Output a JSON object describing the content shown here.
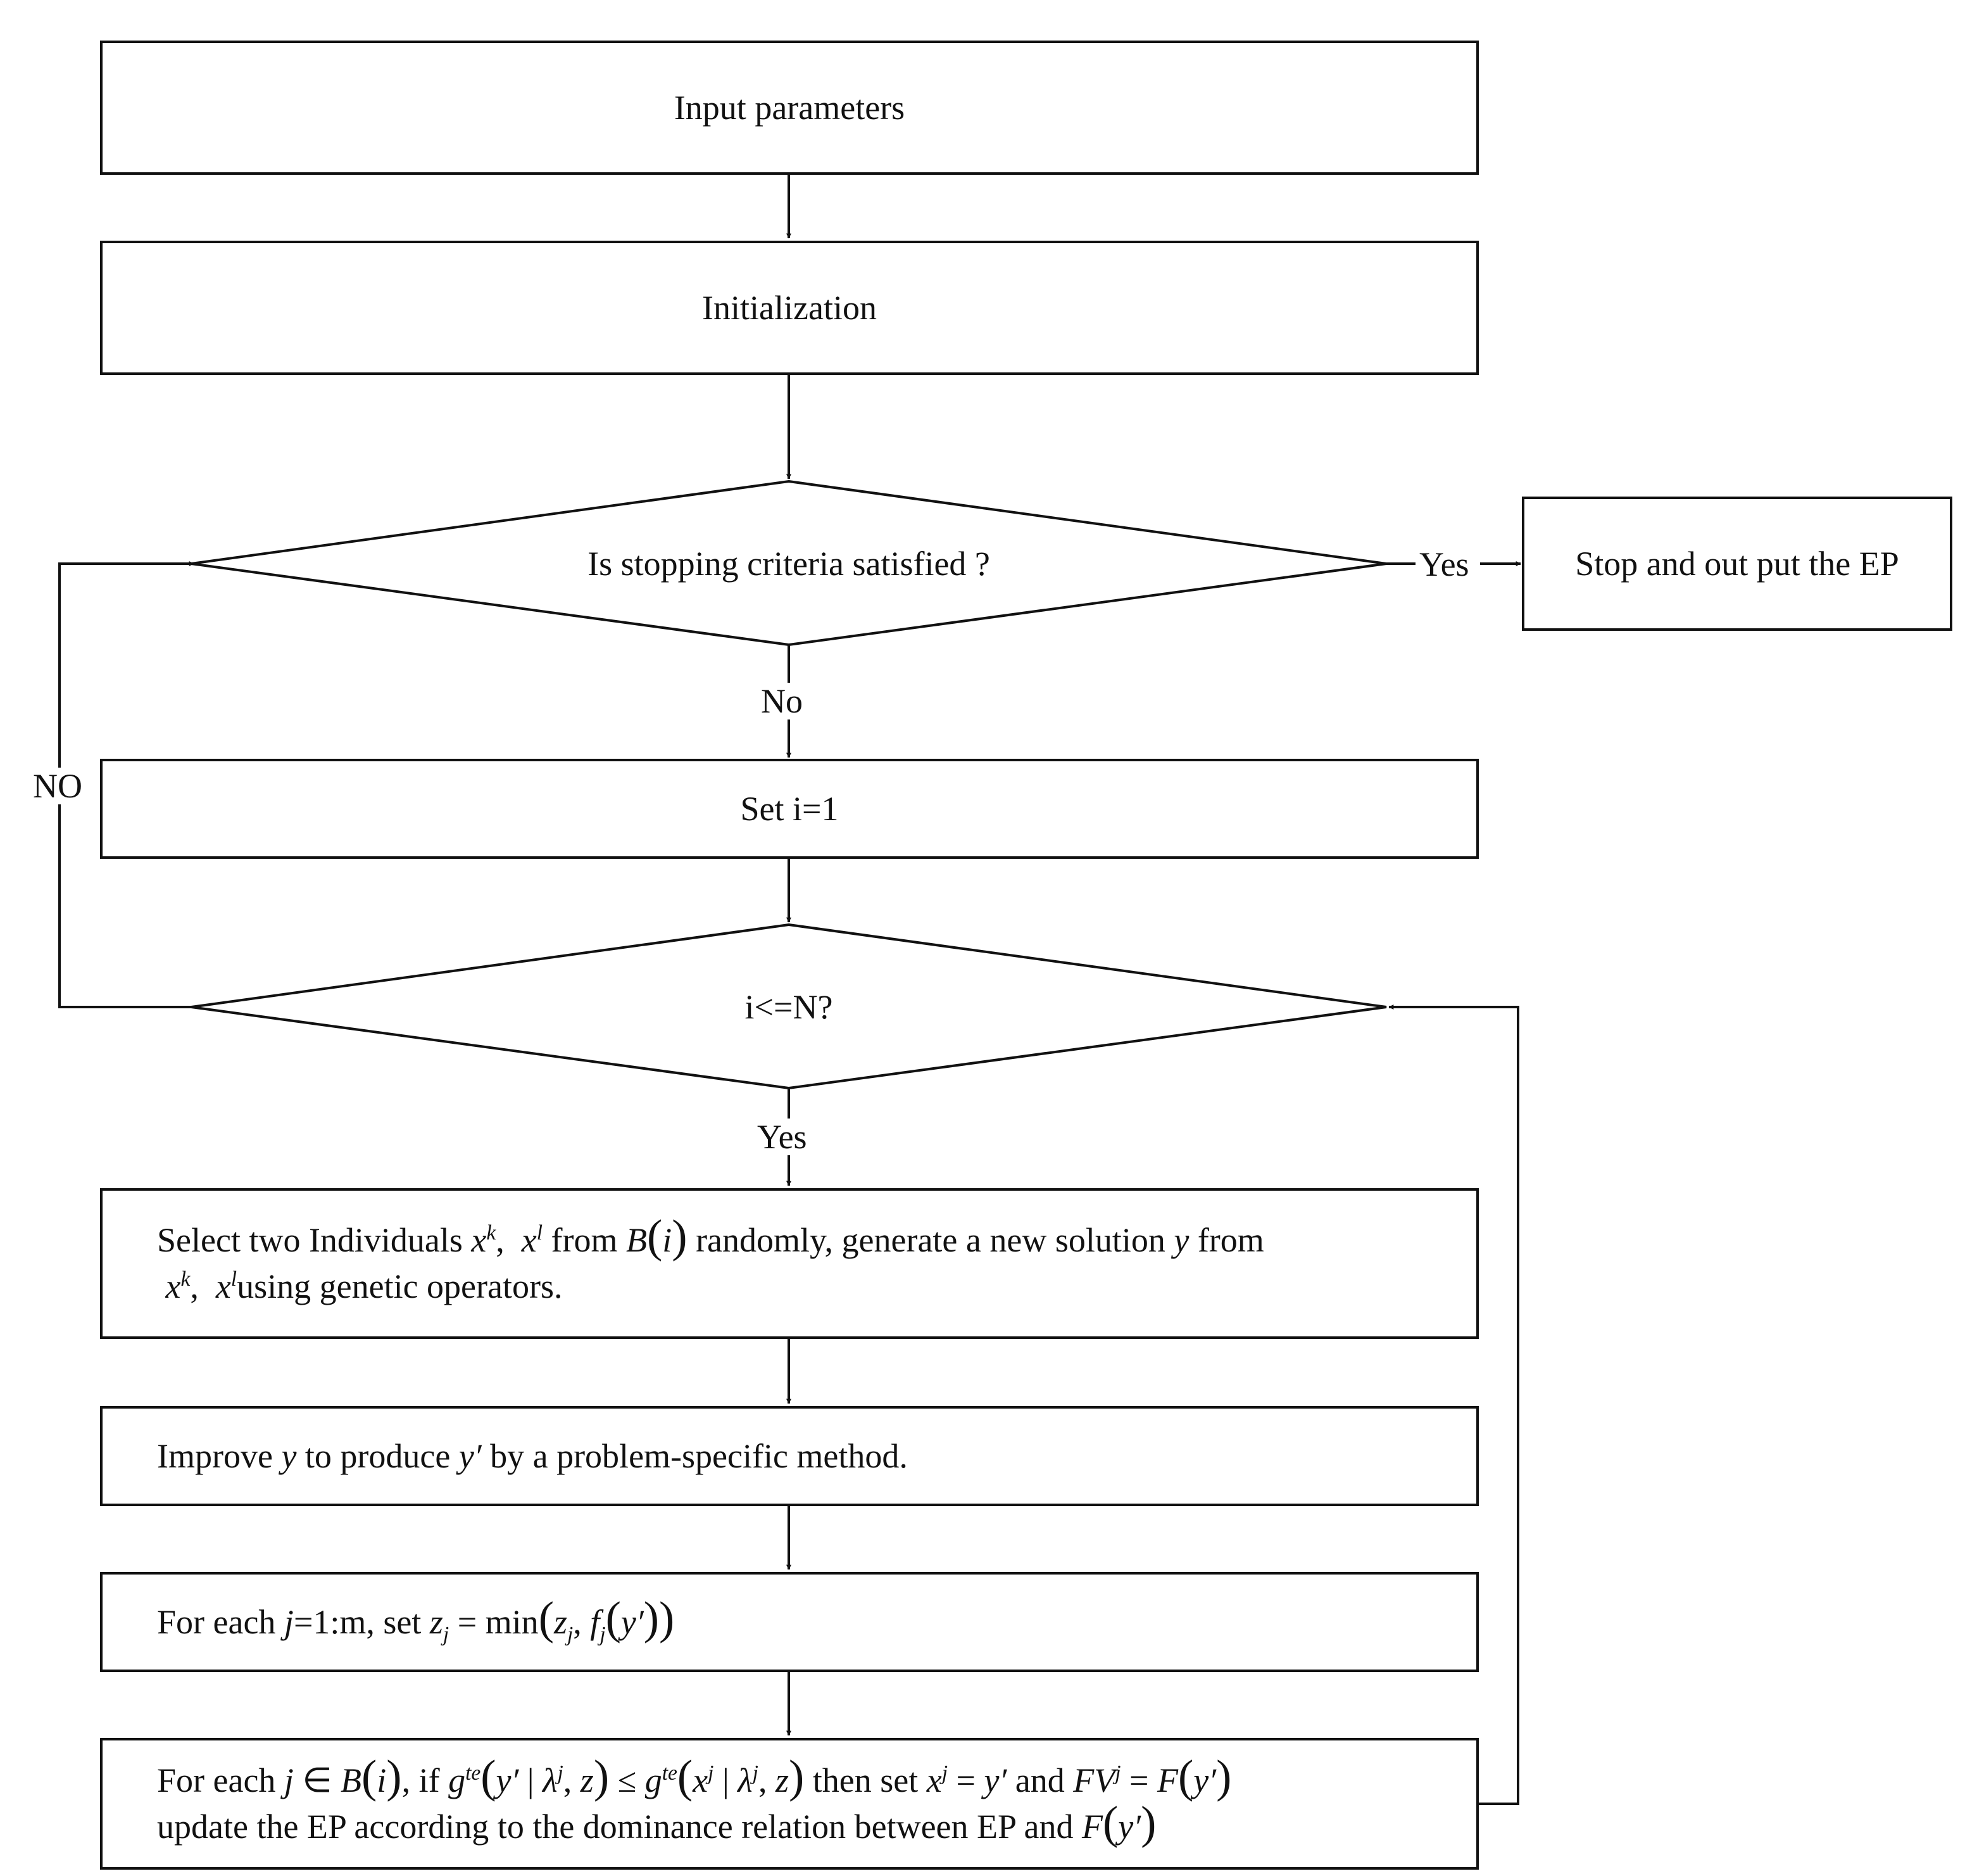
{
  "flowchart": {
    "input": "Input parameters",
    "init": "Initialization",
    "stop_check": "Is stopping criteria satisfied ?",
    "stop_output": "Stop and out put the EP",
    "set_i": "Set i=1",
    "loop_check": "i<=N?",
    "select": {
      "t1": "Select two Individuals ",
      "t2": " from ",
      "t3": " randomly, generate a new solution ",
      "t4": " from",
      "t5": "using genetic operators."
    },
    "improve": {
      "t1": "Improve ",
      "t2": " to produce ",
      "t3": "by a problem-specific method."
    },
    "update_z": {
      "t1": "For each ",
      "t2": "=1:m, set "
    },
    "update_neighbors": {
      "t1": "For each ",
      "t2": ", if ",
      "t3": " then set ",
      "t4": " and ",
      "line2": "update the  EP according to the dominance relation between EP and "
    }
  },
  "edges": {
    "yes1": "Yes",
    "no1": "No",
    "yes2": "Yes",
    "no2": "NO"
  }
}
